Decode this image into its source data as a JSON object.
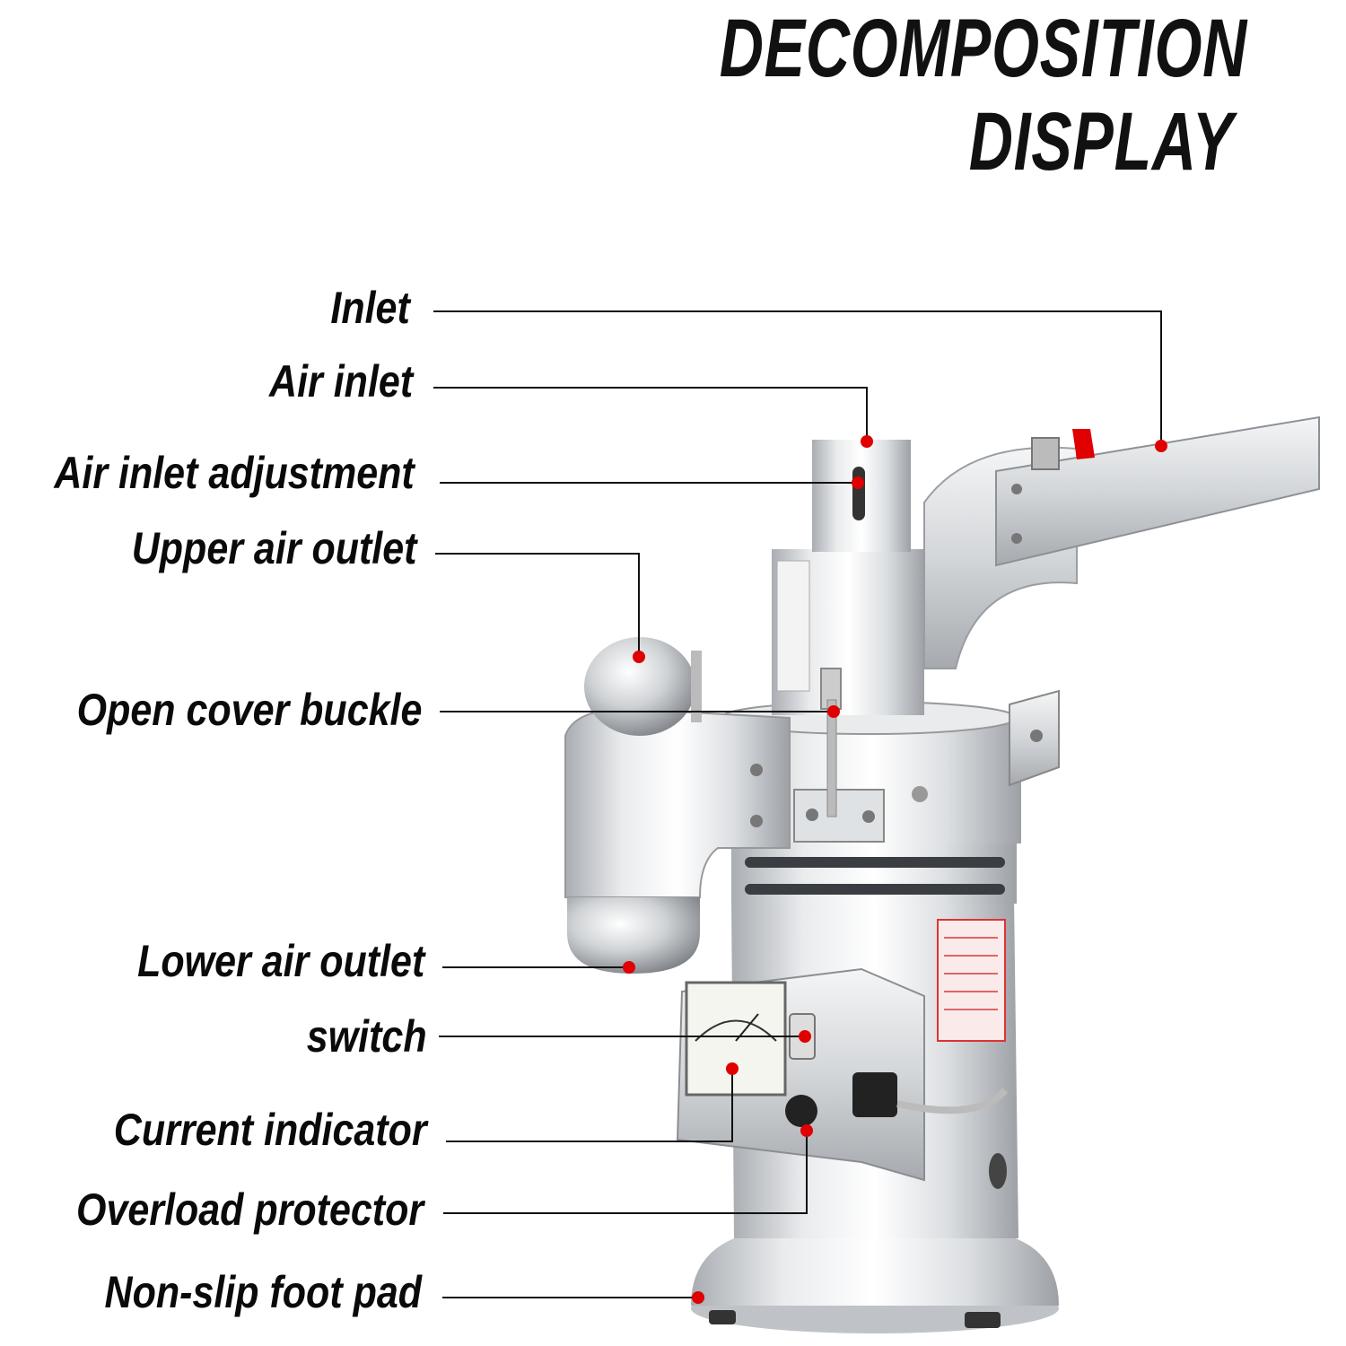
{
  "title": {
    "line1": "DECOMPOSITION",
    "line2": "DISPLAY"
  },
  "labels": [
    "Inlet",
    "Air inlet",
    "Air inlet adjustment",
    "Upper air outlet",
    "Open cover buckle",
    "Lower air outlet",
    "switch",
    "Current indicator",
    "Overload protector",
    "Non-slip foot pad"
  ],
  "colors": {
    "marker": "#e00000",
    "leader": "#111111",
    "steel": "#c9ccd0"
  }
}
